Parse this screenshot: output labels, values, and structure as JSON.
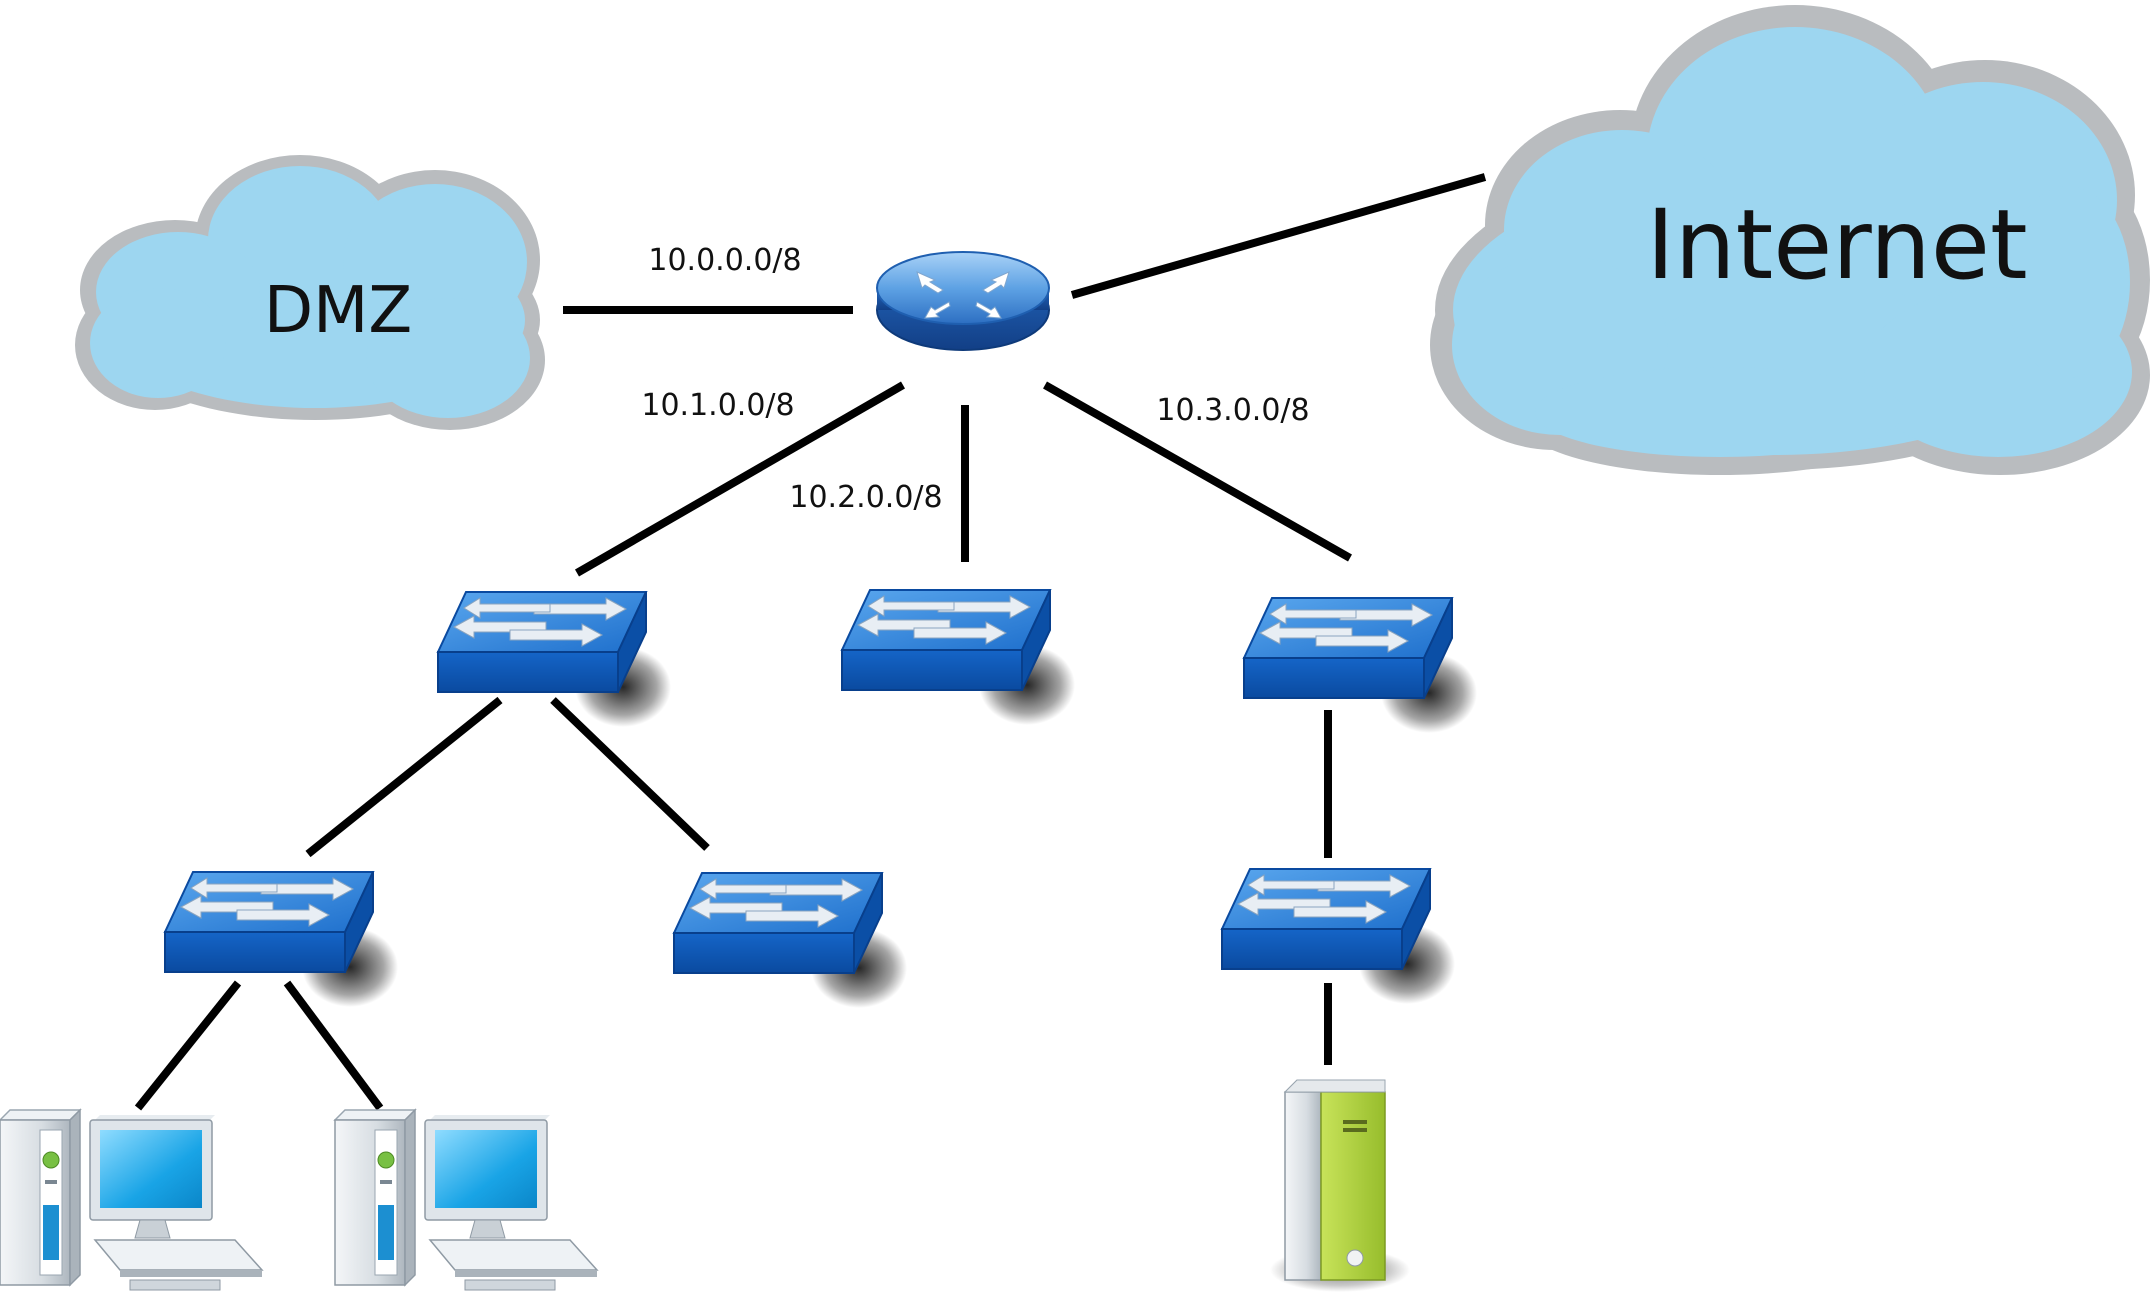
{
  "clouds": {
    "dmz": {
      "label": "DMZ"
    },
    "internet": {
      "label": "Internet"
    }
  },
  "links": {
    "router_dmz": "10.0.0.0/8",
    "router_switch_a": "10.1.0.0/8",
    "router_switch_b": "10.2.0.0/8",
    "router_switch_c": "10.3.0.0/8"
  },
  "colors": {
    "cloud_fill": "#9dd6f0",
    "cloud_outline": "#b9bcbf",
    "switch_top": "#2f86d8",
    "switch_side": "#0b58b8",
    "router_top": "#5ea2e4",
    "link_line": "#000000",
    "server_green": "#a8cc3c"
  },
  "icons": {
    "router": "router-icon",
    "switch": "switch-icon",
    "workstation": "desktop-computer-icon",
    "server": "tower-server-icon"
  }
}
